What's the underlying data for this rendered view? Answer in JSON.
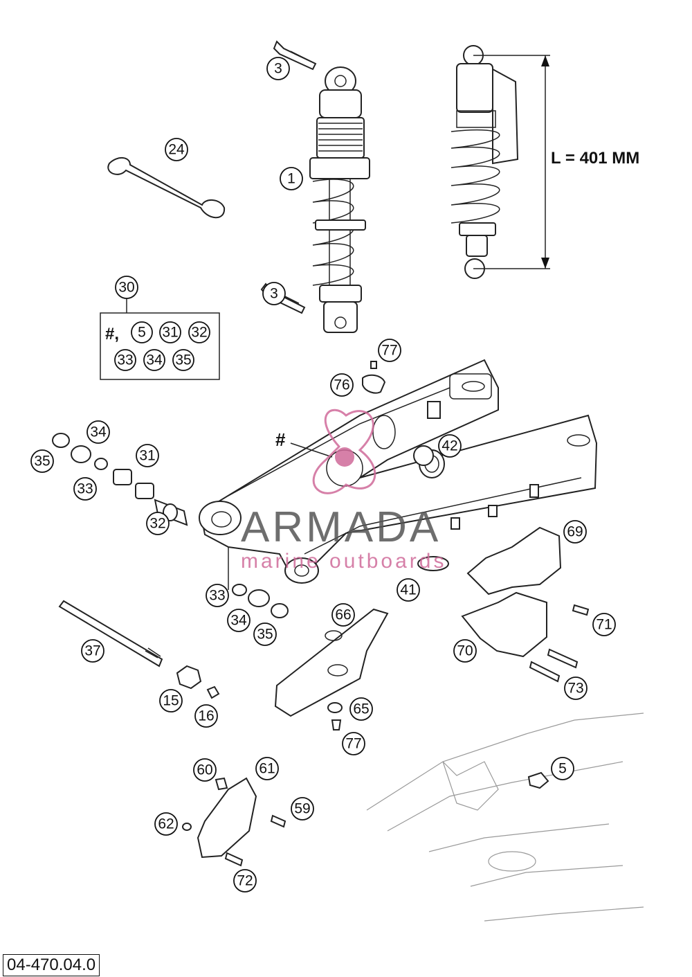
{
  "dimension": {
    "label": "L = 401 MM"
  },
  "kit": {
    "number": "30",
    "prefix": "#,",
    "contents": [
      "5",
      "31",
      "32",
      "33",
      "34",
      "35"
    ]
  },
  "swingarm_marker": "#",
  "watermark": {
    "title": "ARMADA",
    "subtitle": "marine outboards"
  },
  "drawing_number": "04-470.04.0",
  "callouts": [
    {
      "id": "c3a",
      "label": "3"
    },
    {
      "id": "c24",
      "label": "24"
    },
    {
      "id": "c1",
      "label": "1"
    },
    {
      "id": "c3b",
      "label": "3"
    },
    {
      "id": "c77a",
      "label": "77"
    },
    {
      "id": "c76",
      "label": "76"
    },
    {
      "id": "c34a",
      "label": "34"
    },
    {
      "id": "c31",
      "label": "31"
    },
    {
      "id": "c35a",
      "label": "35"
    },
    {
      "id": "c33a",
      "label": "33"
    },
    {
      "id": "c32",
      "label": "32"
    },
    {
      "id": "c42",
      "label": "42"
    },
    {
      "id": "c69",
      "label": "69"
    },
    {
      "id": "c41",
      "label": "41"
    },
    {
      "id": "c33b",
      "label": "33"
    },
    {
      "id": "c34b",
      "label": "34"
    },
    {
      "id": "c35b",
      "label": "35"
    },
    {
      "id": "c66",
      "label": "66"
    },
    {
      "id": "c71",
      "label": "71"
    },
    {
      "id": "c70",
      "label": "70"
    },
    {
      "id": "c73",
      "label": "73"
    },
    {
      "id": "c37",
      "label": "37"
    },
    {
      "id": "c15",
      "label": "15"
    },
    {
      "id": "c16",
      "label": "16"
    },
    {
      "id": "c65",
      "label": "65"
    },
    {
      "id": "c77b",
      "label": "77"
    },
    {
      "id": "c60",
      "label": "60"
    },
    {
      "id": "c61",
      "label": "61"
    },
    {
      "id": "c5",
      "label": "5"
    },
    {
      "id": "c59",
      "label": "59"
    },
    {
      "id": "c62",
      "label": "62"
    },
    {
      "id": "c72",
      "label": "72"
    }
  ]
}
